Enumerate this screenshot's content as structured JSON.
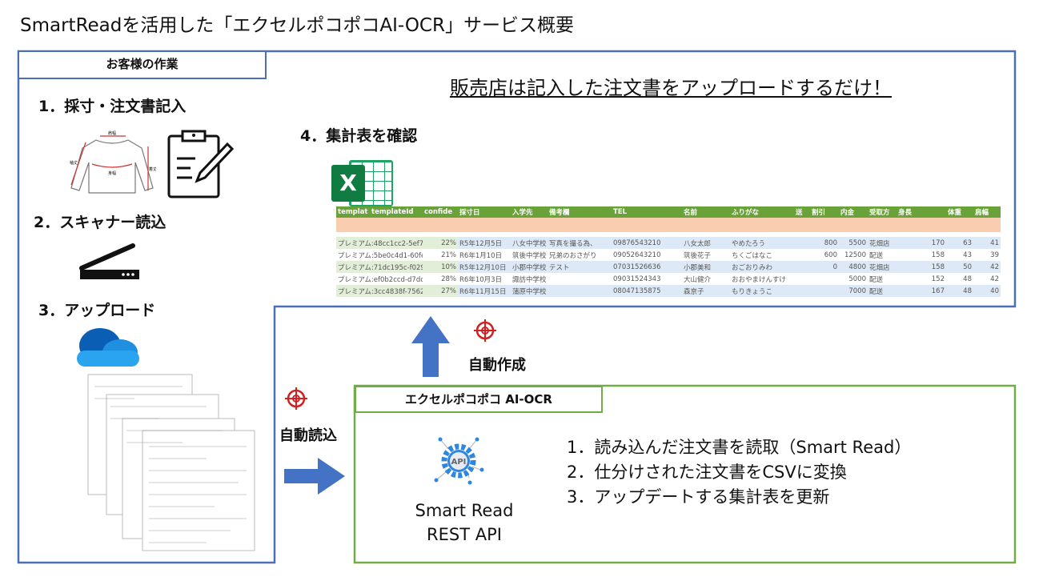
{
  "title": "SmartReadを活用した「エクセルポコポコAI-OCR」サービス概要",
  "customer": {
    "header": "お客様の作業",
    "steps": [
      "1．採寸・注文書記入",
      "2．スキャナー読込",
      "3．アップロード"
    ],
    "sweater_labels": [
      "肩幅",
      "袖丈",
      "身幅",
      "着丈"
    ]
  },
  "banner": "販売店は記入した注文書をアップロードするだけ！",
  "step4": "4．集計表を確認",
  "spreadsheet": {
    "headers": [
      "templat",
      "templateId",
      "confide",
      "採寸日",
      "入学先",
      "備考欄",
      "TEL",
      "名前",
      "ふりがな",
      "送",
      "割引",
      "内金",
      "受取方",
      "身長",
      "体重",
      "肩幅"
    ],
    "rows": [
      [
        "プレミアム:48cc1cc2-5ef7-",
        "22%",
        "R5年12月5日",
        "八女中学校",
        "写真を撮る為、",
        "09876543210",
        "八女太郎",
        "やめたろう",
        "800",
        "5500",
        "花畑店",
        "170",
        "63",
        "41"
      ],
      [
        "プレミアム:5be0c4d1-60fe",
        "21%",
        "R6年1月10日",
        "筑後中学校",
        "兄弟のおさがり",
        "09052643210",
        "筑後花子",
        "ちくごはなこ",
        "600",
        "12500",
        "配送",
        "158",
        "43",
        "39"
      ],
      [
        "プレミアム:71dc195c-f029-",
        "10%",
        "R5年12月10日",
        "小郡中学校",
        "テスト",
        "07031526636",
        "小郡美和",
        "おごおりみわ",
        "0",
        "4800",
        "花畑店",
        "158",
        "50",
        "42"
      ],
      [
        "プレミアム:ef0b2ccd-d7dd",
        "28%",
        "R6年10月3日",
        "諏訪中学校",
        "",
        "09031524343",
        "大山健介",
        "おおやまけんすけ",
        "",
        "5000",
        "配送",
        "152",
        "48",
        "42"
      ],
      [
        "プレミアム:3cc4838f-7562-",
        "27%",
        "R6年11月15日",
        "蒲原中学校",
        "",
        "08047135875",
        "森京子",
        "もりきょうこ",
        "",
        "7000",
        "配送",
        "167",
        "48",
        "40"
      ]
    ]
  },
  "auto_create": "自動作成",
  "auto_read": "自動読込",
  "ocr": {
    "header": "エクセルポコポコ AI-OCR",
    "api_label": "API",
    "api_name": "Smart Read",
    "api_sub": "REST API",
    "steps": [
      "1．読み込んだ注文書を読取（Smart Read）",
      "2．仕分けされた注文書をCSVに変換",
      "3．アップデートする集計表を更新"
    ]
  },
  "excel_letter": "X",
  "colors": {
    "blue": "#4a6fb5",
    "green": "#70ad47",
    "arrow": "#4472c4",
    "target": "#d02020"
  }
}
